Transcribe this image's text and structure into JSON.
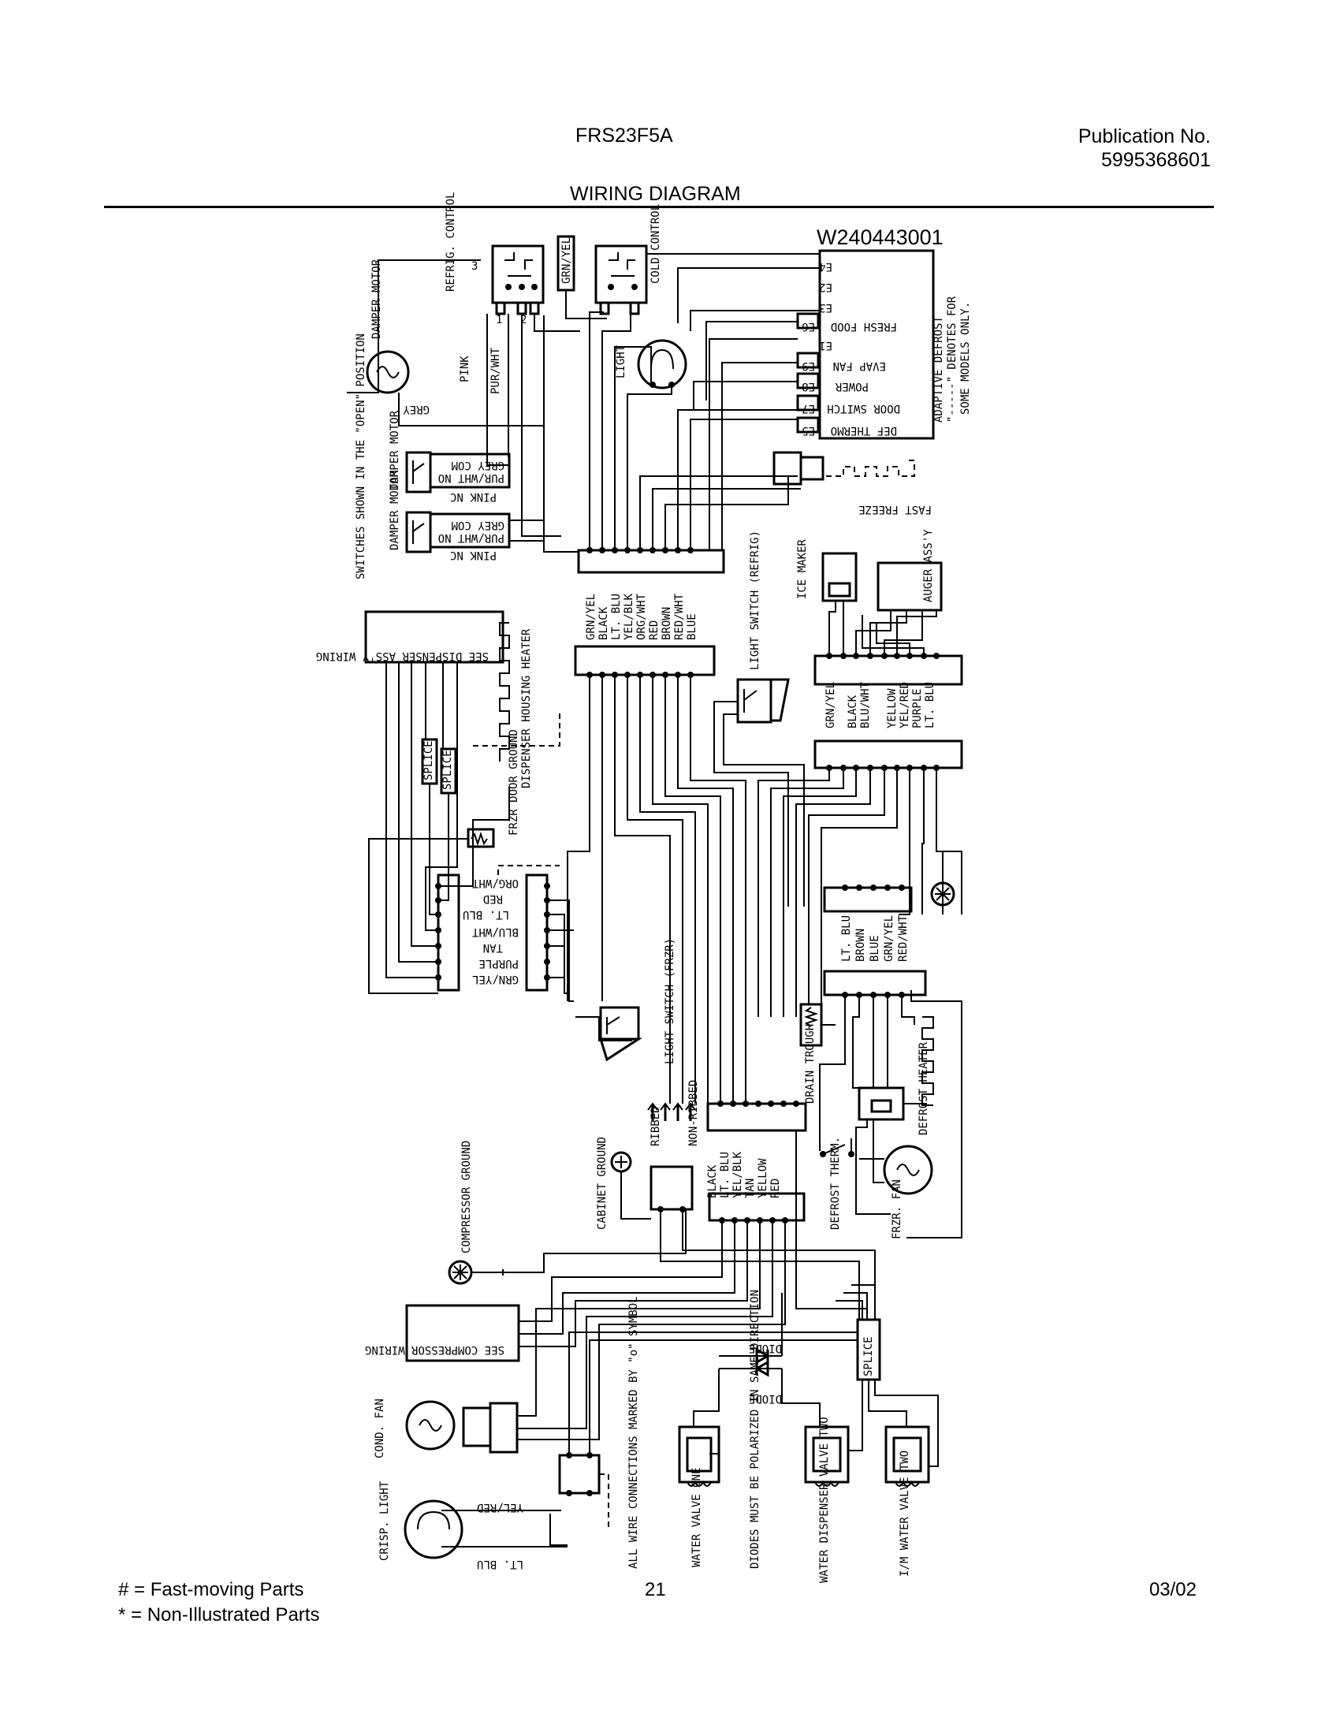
{
  "header": {
    "model": "FRS23F5A",
    "publication_label": "Publication No.",
    "publication_number": "5995368601",
    "title": "WIRING DIAGRAM"
  },
  "diagram": {
    "part_number": "W240443001",
    "controls": {
      "refrig_control": "REFRIG. CONTROL",
      "cold_control": "COLD CONTROL",
      "grn_yel": "GRN/YEL",
      "terminal_1": "1",
      "terminal_2": "2",
      "terminal_3": "3"
    },
    "damper": {
      "motor": "DAMPER MOTOR",
      "grey": "GREY",
      "pink": "PINK",
      "pur_wht": "PUR/WHT",
      "grey_com": "GREY COM",
      "pur_wht_no": "PUR/WHT NO",
      "pink_nc": "PINK NC",
      "switches_note": "SWITCHES SHOWN IN THE \"OPEN\" POSITION"
    },
    "light": "LIGHT",
    "adaptive_defrost": {
      "label": "ADAPTIVE DEFROST",
      "note": "\"-----\" DENOTES FOR",
      "note2": "SOME MODELS ONLY.",
      "pins": [
        "E4",
        "E2",
        "E3",
        "E1"
      ],
      "outputs": [
        {
          "code": "E6",
          "label": "FRESH FOOD"
        },
        {
          "code": "E9",
          "label": "EVAP FAN"
        },
        {
          "code": "E8",
          "label": "POWER"
        },
        {
          "code": "E7",
          "label": "DOOR SWITCH"
        },
        {
          "code": "E5",
          "label": "DEF THERMO"
        }
      ],
      "fast_freeze": "FAST FREEZE"
    },
    "harness_main": [
      "GRN/YEL",
      "BLACK",
      "LT. BLU",
      "YEL/BLK",
      "ORG/WHT",
      "RED",
      "BROWN",
      "RED/WHT",
      "BLUE"
    ],
    "dispenser": {
      "see_wiring": "SEE DISPENSER ASS'Y WIRING",
      "housing_heater": "DISPENSER HOUSING HEATER",
      "splice": "SPLICE",
      "frzr_door_ground": "FRZR DOOR GROUND",
      "door_wires": [
        "ORG/WHT",
        "RED",
        "LT. BLU",
        "BLU/WHT",
        "TAN",
        "PURPLE",
        "GRN/YEL"
      ]
    },
    "light_switch_refrig": "LIGHT SWITCH (REFRIG)",
    "light_switch_frzr": "LIGHT SWITCH (FRZR)",
    "ice_maker": {
      "ice_maker": "ICE MAKER",
      "auger": "AUGER ASS'Y",
      "wires": [
        "GRN/YEL",
        "BLACK",
        "BLU/WHT",
        "YELLOW",
        "YEL/RED",
        "PURPLE",
        "LT. BLU"
      ]
    },
    "defrost_block": [
      "LT. BLU",
      "BROWN",
      "BLUE",
      "GRN/YEL",
      "RED/WHT"
    ],
    "drain_trough": "DRAIN TROUGH",
    "defrost_heater": "DEFROST HEATER",
    "defrost_therm": "DEFROST THERM.",
    "frzr_fan": "FRZR. FAN",
    "ribbed": "RIBBED",
    "non_ribbed": "NON-RIBBED",
    "cabinet_ground": "CABINET GROUND",
    "compressor_ground": "COMPRESSOR GROUND",
    "lower_harness": [
      "BLACK",
      "LT. BLU",
      "YEL/BLK",
      "TAN",
      "YELLOW",
      "RED"
    ],
    "see_compressor": "SEE COMPRESSOR WIRING",
    "cond_fan": "COND. FAN",
    "crisp_light": "CRISP. LIGHT",
    "yel_red": "YEL/RED",
    "lt_blu": "LT. BLU",
    "diode": "DIODE",
    "splice_lower": "SPLICE",
    "connections_note": "ALL WIRE CONNECTIONS MARKED BY \"o\" SYMBOL.",
    "diodes_note": "DIODES MUST BE POLARIZED IN SAME DIRECTION",
    "water_valve_one": "WATER VALVE ONE",
    "water_dispenser_valve_two": "WATER DISPENSER VALVE TWO",
    "im_water_valve_two": "I/M WATER VALVE TWO"
  },
  "footer": {
    "legend_fast": "# = Fast-moving Parts",
    "legend_non": "* = Non-Illustrated Parts",
    "page": "21",
    "date": "03/02"
  }
}
